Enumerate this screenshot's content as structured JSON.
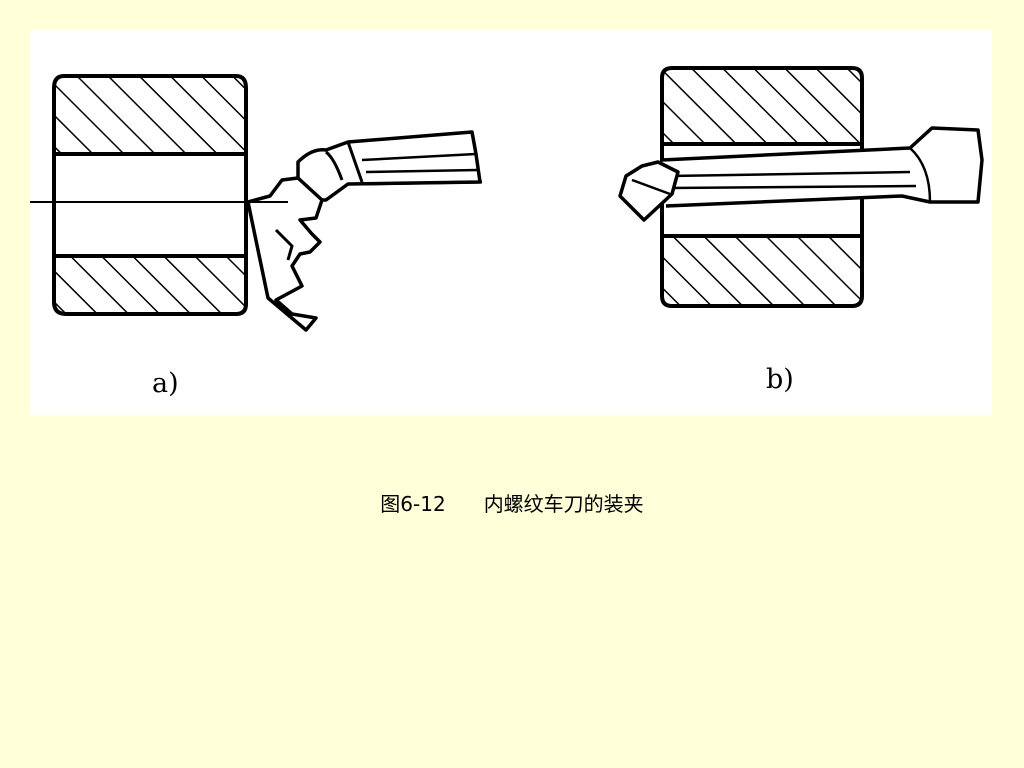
{
  "figure": {
    "label_a": "a)",
    "label_b": "b)"
  },
  "caption": {
    "number": "图6-12",
    "title": "内螺纹车刀的装夹"
  },
  "colors": {
    "page_background": "#ffffd9",
    "figure_background": "#ffffff",
    "ink": "#000000"
  }
}
